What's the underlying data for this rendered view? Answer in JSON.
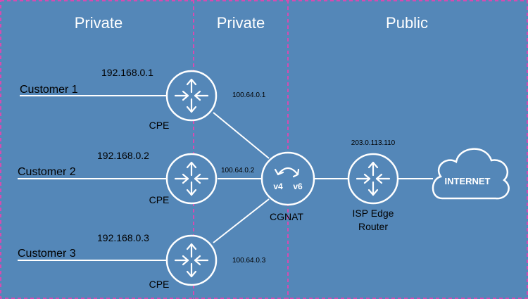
{
  "zones": {
    "private_customer": "Private",
    "private_carrier": "Private",
    "public": "Public"
  },
  "customers": [
    {
      "label": "Customer 1",
      "lan_ip": "192.168.0.1",
      "device": "CPE",
      "wan_ip": "100.64.0.1"
    },
    {
      "label": "Customer 2",
      "lan_ip": "192.168.0.2",
      "device": "CPE",
      "wan_ip": "100.64.0.2"
    },
    {
      "label": "Customer 3",
      "lan_ip": "192.168.0.3",
      "device": "CPE",
      "wan_ip": "100.64.0.3"
    }
  ],
  "cgnat": {
    "label": "CGNAT",
    "left": "v4",
    "right": "v6"
  },
  "edge_router": {
    "ip": "203.0.113.110",
    "line1": "ISP Edge",
    "line2": "Router"
  },
  "internet": {
    "label": "INTERNET"
  },
  "colors": {
    "background": "#5487b8",
    "divider": "#d64bb1",
    "line": "#ffffff",
    "text": "#000000"
  },
  "icons": {
    "router": "router-arrows-icon",
    "cgnat": "swap-arrows-icon",
    "internet": "cloud-icon"
  }
}
